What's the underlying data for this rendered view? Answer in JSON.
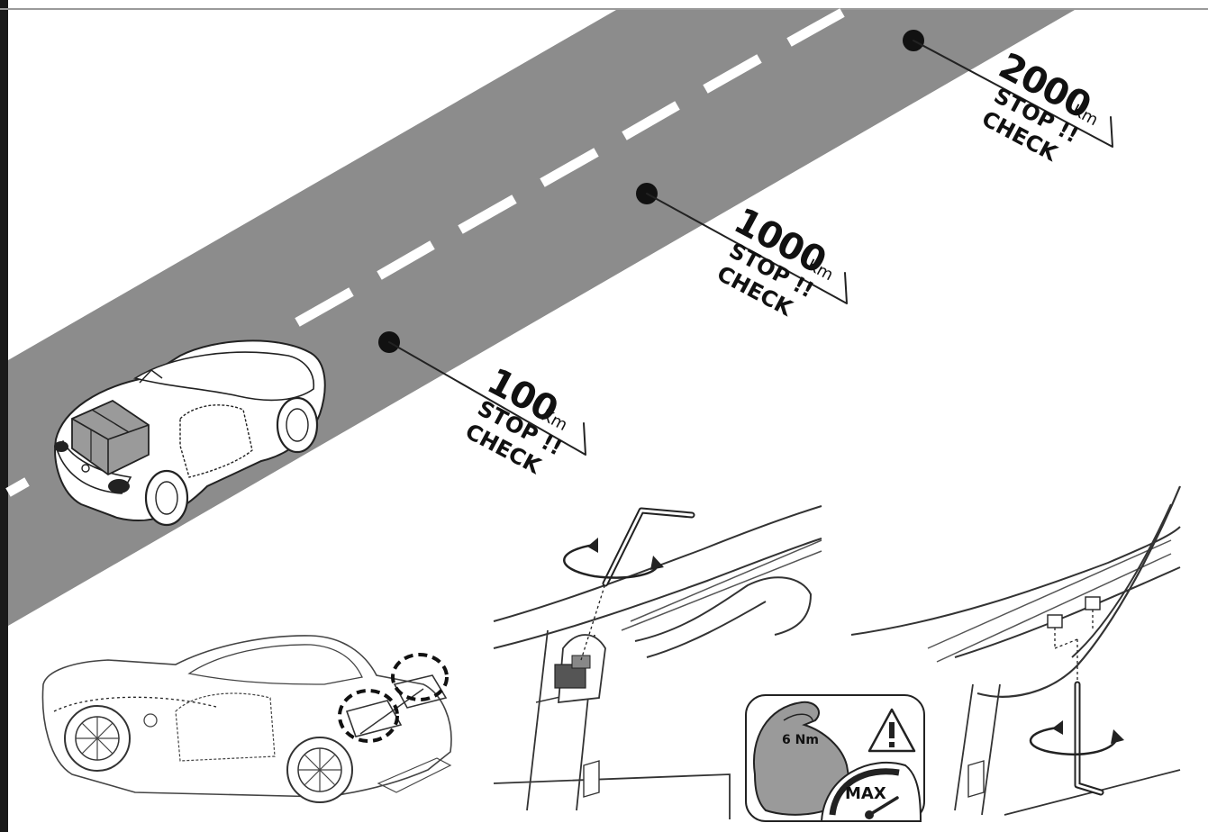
{
  "checkpoints": [
    {
      "distance": "100",
      "unit": "Km",
      "line1": "STOP !!",
      "line2": "CHECK"
    },
    {
      "distance": "1000",
      "unit": "Km",
      "line1": "STOP !!",
      "line2": "CHECK"
    },
    {
      "distance": "2000",
      "unit": "Km",
      "line1": "STOP !!",
      "line2": "CHECK"
    }
  ],
  "torque": {
    "value": "6 Nm",
    "max_label": "MAX"
  },
  "icons": [
    "warning-icon",
    "flexed-arm-icon",
    "allen-key-icon",
    "rotate-arrow-icon",
    "gauge-icon",
    "car-icon"
  ],
  "colors": {
    "road": "#8c8c8c",
    "lane_marking": "#ffffff",
    "ink": "#111111"
  }
}
